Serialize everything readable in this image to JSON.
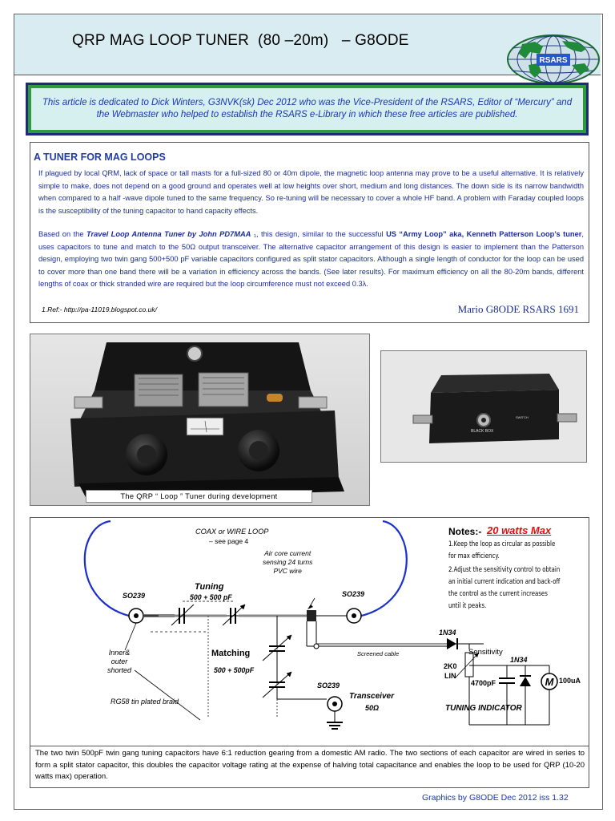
{
  "header": {
    "title": "QRP MAG LOOP TUNER  (80 –20m)   – G8ODE",
    "logo_text": "RSARS"
  },
  "dedication": {
    "text": "This article is dedicated to Dick Winters, G3NVK(sk) Dec 2012 who was the Vice-President of the RSARS, Editor of “Mercury” and the Webmaster who helped to establish the RSARS e-Library in which these free articles are published."
  },
  "article": {
    "heading": "A TUNER FOR MAG LOOPS",
    "para1": "If plagued by local QRM, lack of space or tall masts for a full-sized 80 or 40m dipole, the magnetic loop antenna may prove to be a useful alternative. It is relatively simple to make, does not depend on a good ground and operates well at low heights over short, medium and long distances. The down side is its narrow bandwidth when compared to a half -wave dipole tuned to the same frequency. So re-tuning will be necessary to cover a whole HF band.  A problem with Faraday coupled loops is the susceptibility of the tuning capacitor to hand capacity effects.",
    "para2_intro": "Based on the ",
    "para2_link": "Travel Loop Antenna Tuner by John PD7MAA",
    "para2_ref": " ₁",
    "para2_mid": ", this design, similar to the successful ",
    "para2_bold": "US “Army Loop” aka, Kenneth Patterson Loop’s tuner",
    "para2_rest": ", uses capacitors to tune and match to the 50Ω output transceiver. The alternative capacitor arrangement of this design is easier to implement than the Patterson design, employing two twin gang 500+500 pF variable capacitors configured as split stator capacitors.  Although a single length of conductor for the loop can be used to cover more than one band there will be a variation in efficiency across the bands. (See later results). For maximum efficiency on all the 80-20m bands, different lengths of coax or thick stranded wire are required but the loop circumference must not exceed 0.3λ.",
    "reference": "1.Ref:-  http://pa-11019.blogspot.co.uk/",
    "signature": "Mario G8ODE    RSARS 1691"
  },
  "photos": {
    "caption": "The QRP “ Loop ” Tuner during development",
    "box_label": "BLACK BOX",
    "meter_label": "SWITCH"
  },
  "diagram": {
    "coax_label": "COAX or WIRE LOOP",
    "coax_sub": "– see page  4",
    "air_core": [
      "Air core current",
      "sensing 24 turns",
      "PVC wire"
    ],
    "so239_left": "SO239",
    "so239_right": "SO239",
    "so239_bottom": "SO239",
    "tuning": "Tuning",
    "tuning_val": "500 + 500 pF",
    "matching": "Matching",
    "matching_val": "500 + 500pF",
    "inner_outer": [
      "Inner&",
      "outer",
      "shorted"
    ],
    "rg58": "RG58 tin plated braid",
    "screened": "Screened cable",
    "transceiver": "Transceiver",
    "ohms": "50Ω",
    "diode1": "1N34",
    "diode2": "1N34",
    "sensitivity": "Sensitivity",
    "pot": [
      "2K0",
      "LIN"
    ],
    "cap": "4700pF",
    "meter_val": "100uA",
    "meter_symbol": "M",
    "indicator": "TUNING INDICATOR",
    "notes_title": "Notes:-",
    "notes_red": "20 watts Max",
    "notes": [
      "1.Keep the loop as circular as possible",
      "for max efficiency.",
      " 2.Adjust the sensitivity control to obtain",
      "an initial current  indication and back-off",
      "the control as the current increases",
      "until it peaks."
    ]
  },
  "description": "The two twin 500pF twin gang tuning capacitors have 6:1 reduction gearing from a domestic AM radio. The two sections of each capacitor are wired in series to form a split stator capacitor, this doubles the capacitor voltage rating at the expense of halving total capacitance and enables the loop to be used for QRP (10-20 watts max)  operation.",
  "footer": "Graphics by G8ODE  Dec 2012 iss 1.32",
  "colors": {
    "header_bg": "#d9ecf2",
    "accent_blue": "#1a35b8",
    "loop_blue": "#1a2fd0",
    "dedication_bg": "#d6f0ef",
    "dedication_border_green": "#2e9a3c",
    "notes_red": "#e01010"
  }
}
